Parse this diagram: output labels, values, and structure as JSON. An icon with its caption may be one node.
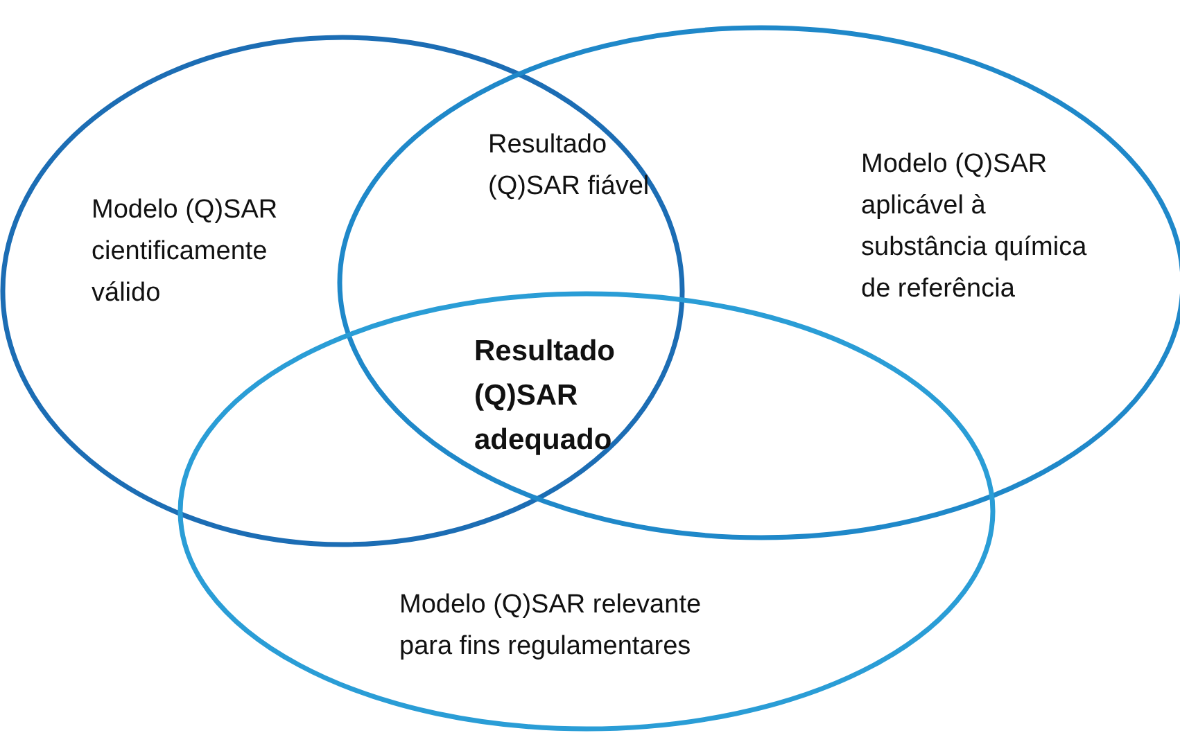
{
  "diagram": {
    "nodes": [
      {
        "text": [
          "Modelo (Q)SAR cientificamente válido"
        ]
      },
      {
        "text": [
          "Modelo (Q)SAR aplicável à substância química de referência"
        ]
      },
      {
        "text": [
          "Modelo (Q)SAR relevante para fins regulamentares"
        ]
      }
    ],
    "labels": [
      "Resultado (Q)SAR fiável",
      "Resultado (Q)SAR adequado"
    ]
  }
}
